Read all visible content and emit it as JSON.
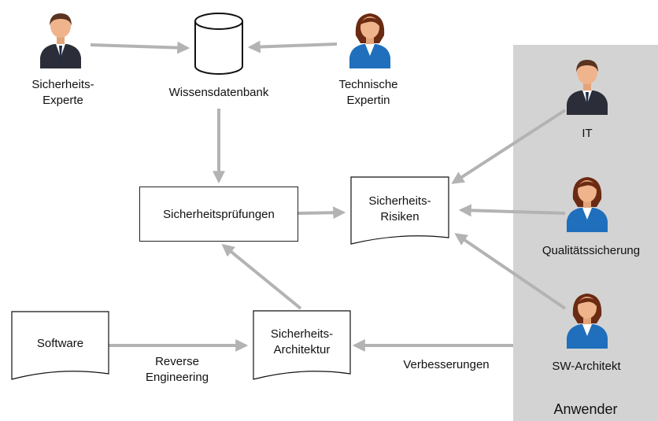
{
  "nodes": {
    "expert": "Sicherheits-\nExperte",
    "db": "Wissensdatenbank",
    "tech": "Technische\nExpertin",
    "it": "IT",
    "qs": "Qualitätssicherung",
    "swa": "SW-Architekt",
    "pruef": "Sicherheitsprüfungen",
    "risk": "Sicherheits-\nRisiken",
    "software": "Software",
    "arch": "Sicherheits-\nArchitektur"
  },
  "edges": {
    "reverse": "Reverse\nEngineering",
    "verb": "Verbesserungen"
  },
  "group": {
    "anwender": "Anwender"
  },
  "colors": {
    "arrow": "#b3b3b3",
    "panel": "#d3d3d3",
    "female_suit": "#1f6fbd",
    "male_suit": "#2b2e38"
  }
}
